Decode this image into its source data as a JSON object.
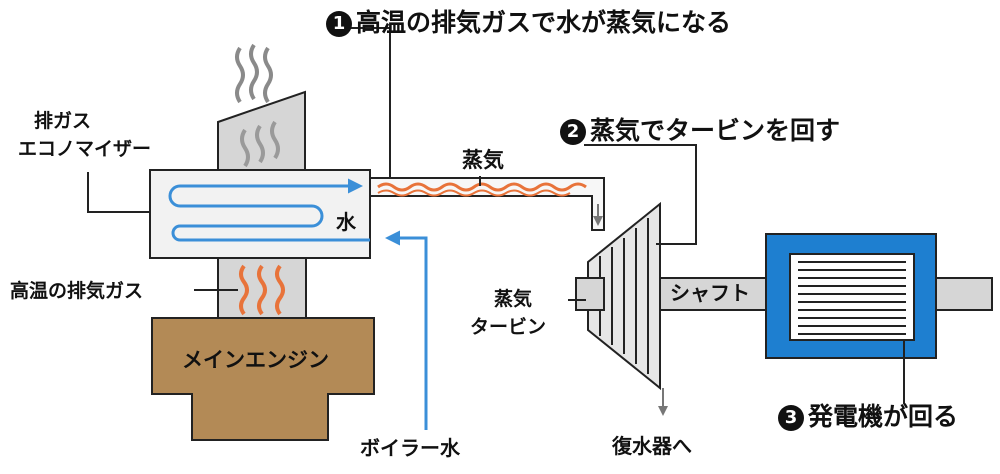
{
  "labels": {
    "step1_num": "1",
    "step1": "高温の排気ガスで水が蒸気になる",
    "step2_num": "2",
    "step2": "蒸気でタービンを回す",
    "step3_num": "3",
    "step3": "発電機が回る",
    "economizer_line1": "排ガス",
    "economizer_line2": "エコノマイザー",
    "water": "水",
    "steam": "蒸気",
    "hot_exhaust": "高温の排気ガス",
    "main_engine": "メインエンジン",
    "boiler_water": "ボイラー水",
    "turbine_line1": "蒸気",
    "turbine_line2": "タービン",
    "shaft": "シャフト",
    "to_condenser": "復水器へ"
  },
  "colors": {
    "stack_gray": "#d6d6d6",
    "economizer_fill": "#f2f2f2",
    "water_blue": "#3b8fd8",
    "steam_orange": "#e8733a",
    "engine_brown": "#b38a56",
    "generator_blue": "#1e7fd0",
    "turbine_gray": "#e6e6e6"
  }
}
